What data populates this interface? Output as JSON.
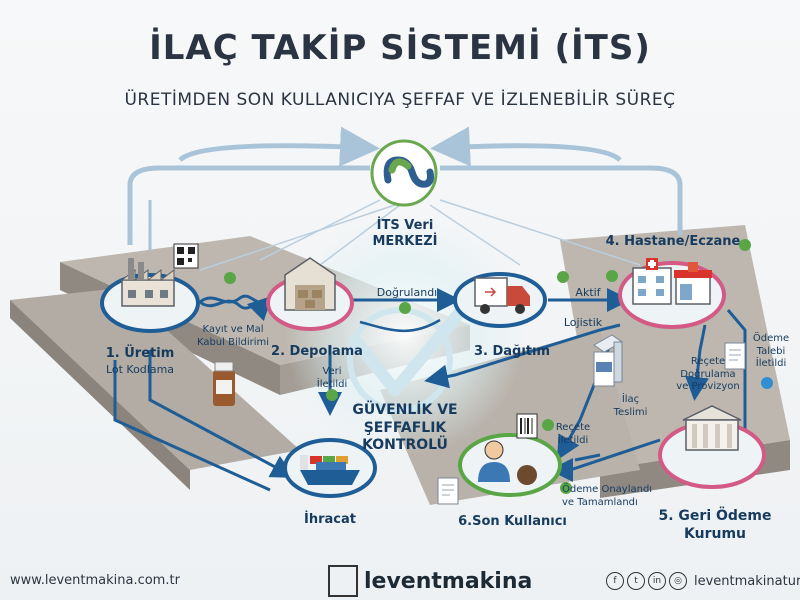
{
  "title": "İLAÇ TAKİP SİSTEMİ (İTS)",
  "subtitle": "ÜRETİMDEN SON KULLANICIYA ŞEFFAF VE İZLENEBİLİR SÜREÇ",
  "center": {
    "line1": "İTS Veri",
    "line2": "MERKEZİ"
  },
  "security": {
    "line1": "GÜVENLİK VE",
    "line2": "ŞEFFAFLIK",
    "line3": "KONTROLÜ"
  },
  "steps": {
    "uretim": {
      "label": "1. Üretim",
      "sub": "Lot Kodlama"
    },
    "depolama": {
      "label": "2. Depolama"
    },
    "dagitim": {
      "label": "3. Dağıtım"
    },
    "hastane": {
      "label": "4. Hastane/Eczane"
    },
    "geri_odeme": {
      "line1": "5. Geri Ödeme",
      "line2": "Kurumu"
    },
    "son_kullanici": {
      "label": "6.Son Kullanıcı"
    },
    "ihracat": {
      "label": "İhracat"
    }
  },
  "notes": {
    "kayit_1": "Kayıt ve Mal",
    "kayit_2": "Kabul Bildirimi",
    "veri_1": "Veri",
    "veri_2": "İletildi",
    "dogrulandi": "Doğrulandı",
    "aktif": "Aktif",
    "lojistik": "Lojistik",
    "recete_dog_1": "Reçete",
    "recete_dog_2": "Doğrulama",
    "recete_dog_3": "ve Provizyon",
    "odeme_talebi_1": "Ödeme",
    "odeme_talebi_2": "Talebi",
    "odeme_talebi_3": "İletildi",
    "ilac_teslimi_1": "İlaç",
    "ilac_teslimi_2": "Teslimi",
    "recete_iletildi_1": "Reçete",
    "recete_iletildi_2": "İletildi",
    "odeme_onay_1": "Ödeme Onaylandı",
    "odeme_onay_2": "ve Tamamlandı"
  },
  "footer": {
    "website": "www.leventmakina.com.tr",
    "brand": "leventmakina",
    "handle": "leventmakinaturkiye",
    "social_icons": [
      "facebook-icon",
      "twitter-icon",
      "linkedin-icon",
      "instagram-icon"
    ]
  },
  "colors": {
    "blue": "#1f5d96",
    "green": "#5aa646",
    "pink": "#d45a86",
    "platform": "#b9b3ab",
    "platform_side": "#8f8982"
  }
}
